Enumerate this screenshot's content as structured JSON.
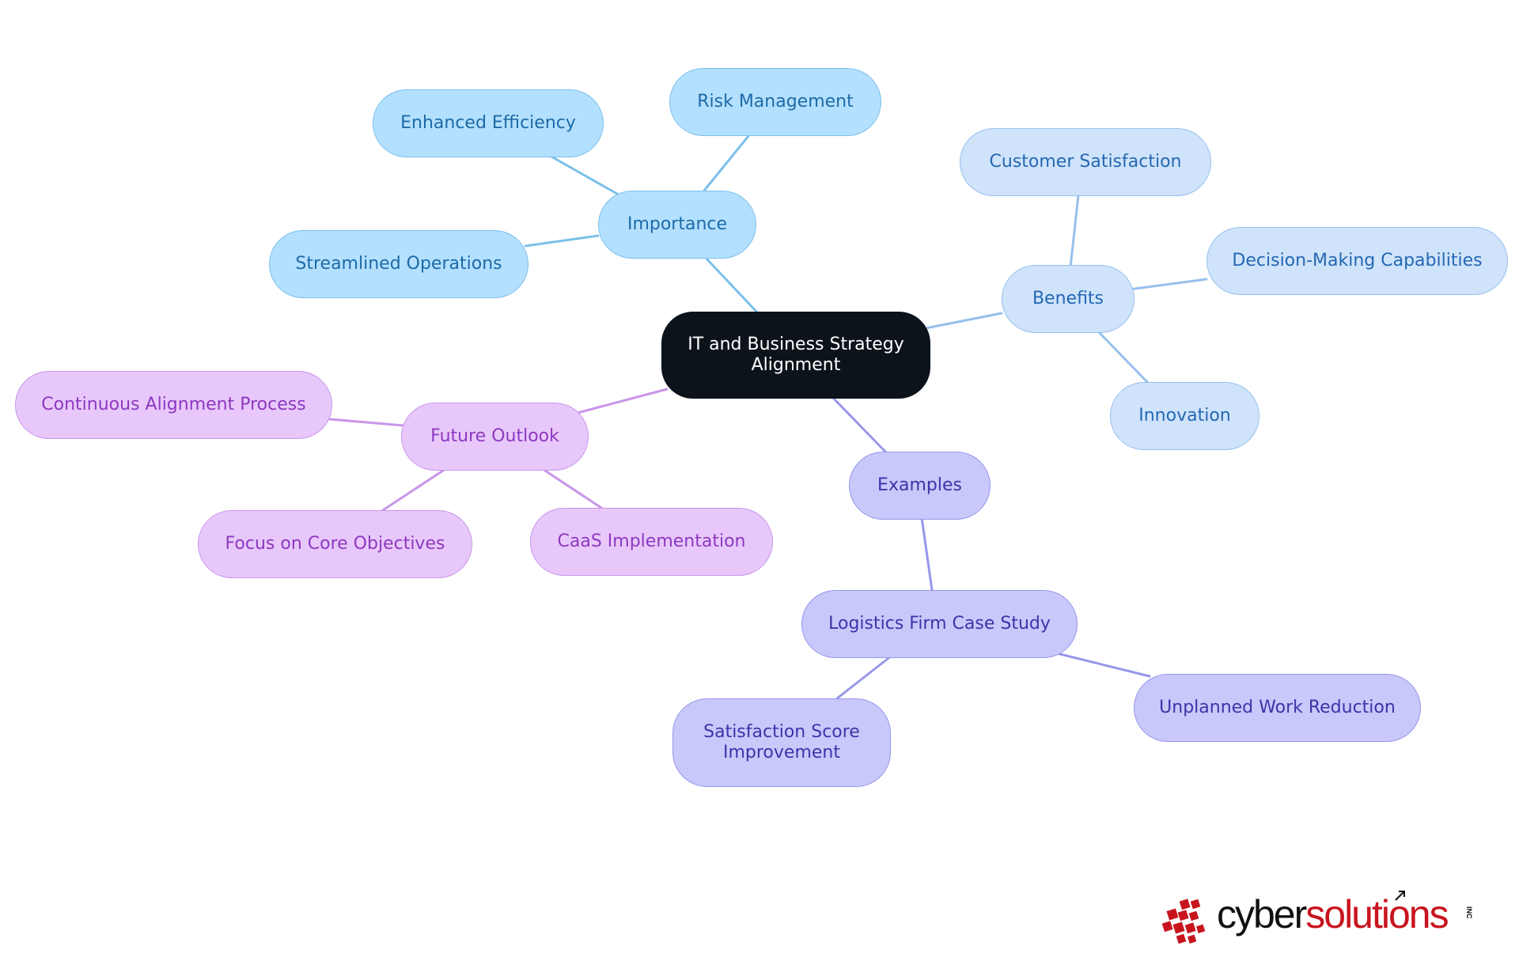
{
  "colors": {
    "root_fill": "#0d131b",
    "importance_fill": "#b3e0ff",
    "importance_line": "#7cc0ea",
    "benefits_fill": "#cfe3fb",
    "benefits_line": "#96c0ec",
    "examples_fill": "#c8c8fb",
    "examples_line": "#9797ea",
    "future_fill": "#e8c8fb",
    "future_line": "#c995ea",
    "logo_red": "#c8141e",
    "logo_dark": "#111111"
  },
  "mindmap": {
    "root": {
      "line1": "IT and Business Strategy",
      "line2": "Alignment"
    },
    "importance": {
      "label": "Importance",
      "children": [
        "Enhanced Efficiency",
        "Risk Management",
        "Streamlined Operations"
      ]
    },
    "benefits": {
      "label": "Benefits",
      "children": [
        "Customer Satisfaction",
        "Decision-Making Capabilities",
        "Innovation"
      ]
    },
    "future": {
      "label": "Future Outlook",
      "children": [
        "Continuous Alignment Process",
        "Focus on Core Objectives",
        "CaaS Implementation"
      ]
    },
    "examples": {
      "label": "Examples",
      "case_study": {
        "label": "Logistics Firm Case Study",
        "children": [
          {
            "line1": "Satisfaction Score",
            "line2": "Improvement"
          },
          {
            "line1": "Unplanned Work Reduction"
          }
        ]
      }
    }
  },
  "logo": {
    "word1": "cyber",
    "word2": "solutions",
    "suffix": "INC"
  }
}
